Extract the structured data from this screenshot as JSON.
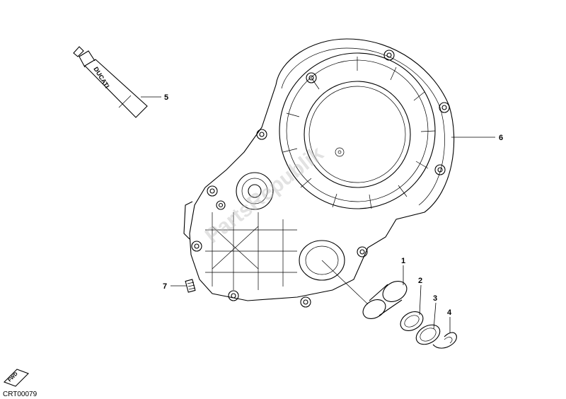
{
  "callouts": {
    "p1": "1",
    "p2": "2",
    "p3": "3",
    "p4": "4",
    "p5": "5",
    "p6": "6",
    "p7": "7"
  },
  "tube_brand": "DUCATI",
  "front_badge": "FWD",
  "drawing_code": "CRT00079",
  "watermark": "PartsRepublik"
}
